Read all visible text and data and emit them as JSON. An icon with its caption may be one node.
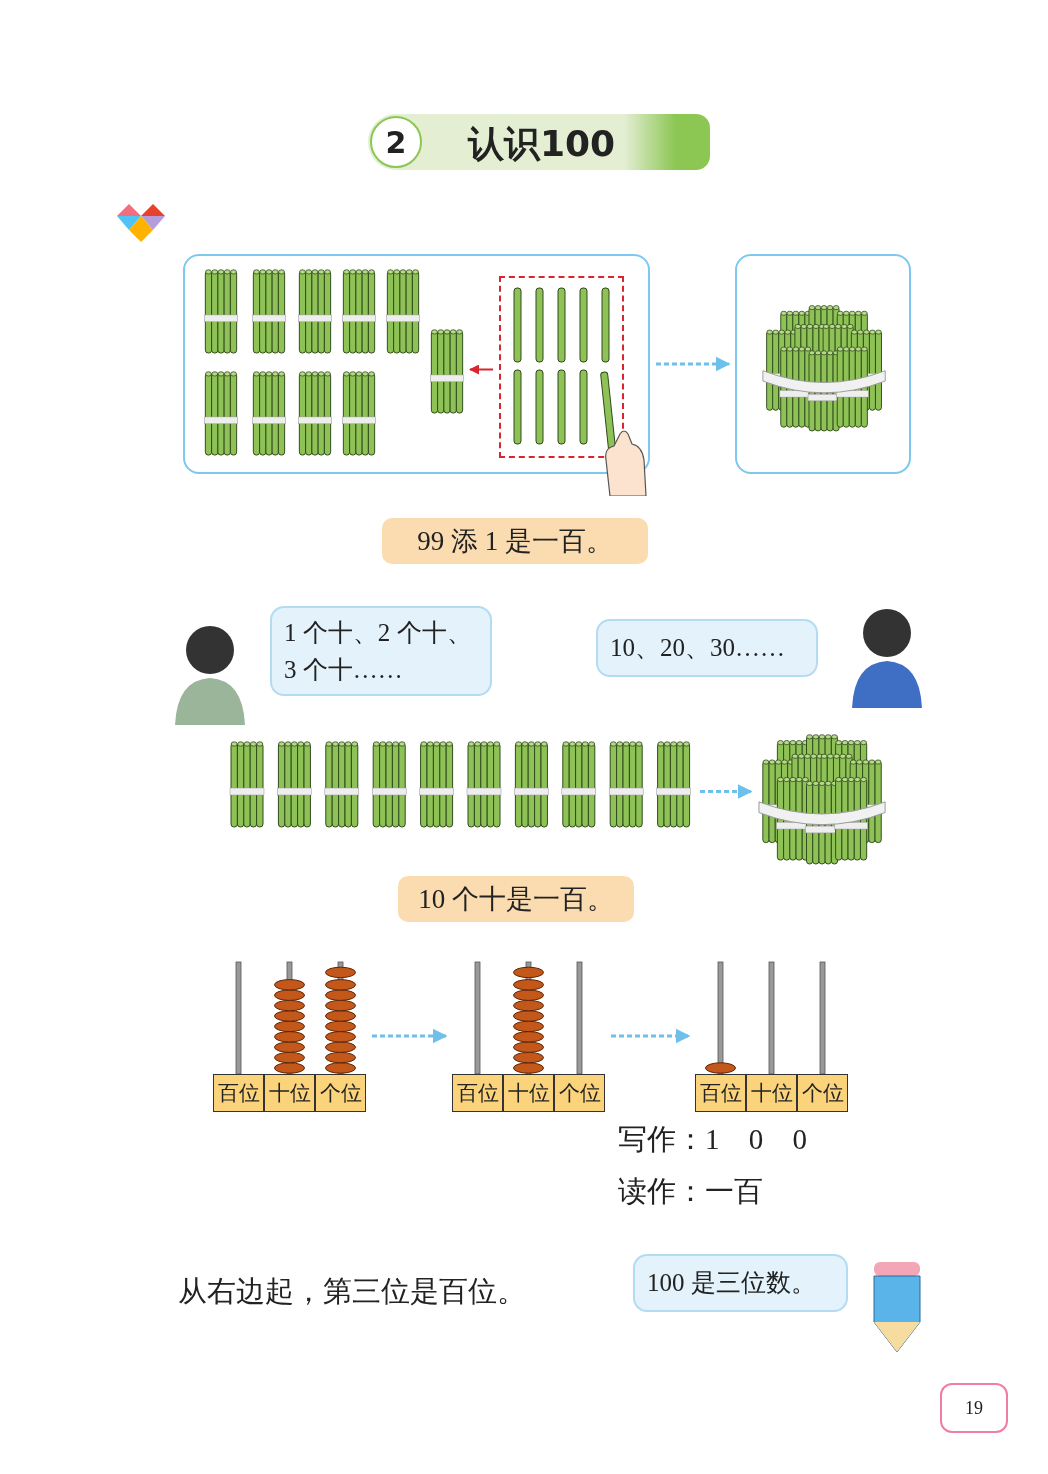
{
  "diagram": {
    "title": "认识100",
    "nodes": [
      {
        "text": [],
        "shape": "box"
      },
      {
        "text": [],
        "shape": "picture",
        "in": 0
      },
      {
        "text": [],
        "shape": "box",
        "in": 0
      },
      {
        "text": [],
        "shape": "box"
      },
      {
        "text": [
          "99 添 1 是一百。"
        ]
      },
      {
        "text": [
          "1 个十、2 个十、3 个十……"
        ]
      },
      {
        "text": [
          "10、20、30……"
        ]
      },
      {
        "text": [],
        "shape": "picture"
      },
      {
        "text": [],
        "shape": "picture"
      },
      {
        "text": [
          "10 个十是一百。"
        ]
      },
      {
        "text": [
          "百位",
          "十位",
          "个位"
        ]
      },
      {
        "text": [
          "百位",
          "十位",
          "个位"
        ]
      },
      {
        "text": [
          "百位",
          "十位",
          "个位"
        ]
      },
      {
        "text": [
          "100 是三位数。"
        ]
      }
    ],
    "edges": [
      {
        "from": 2,
        "to": 1,
        "arrow": "to",
        "color": "#d7262e"
      },
      {
        "from": 0,
        "to": 3,
        "arrow": "to",
        "style": "dashed"
      },
      {
        "from": 7,
        "to": 8,
        "arrow": "to",
        "style": "dashed"
      },
      {
        "from": 10,
        "to": 11,
        "arrow": "to",
        "style": "dashed"
      },
      {
        "from": 11,
        "to": 12,
        "arrow": "to",
        "style": "dashed"
      }
    ],
    "labels": [
      "2",
      "写作：1 0 0",
      "读作：一百",
      "从右边起，第三位是百位。",
      "19"
    ]
  }
}
